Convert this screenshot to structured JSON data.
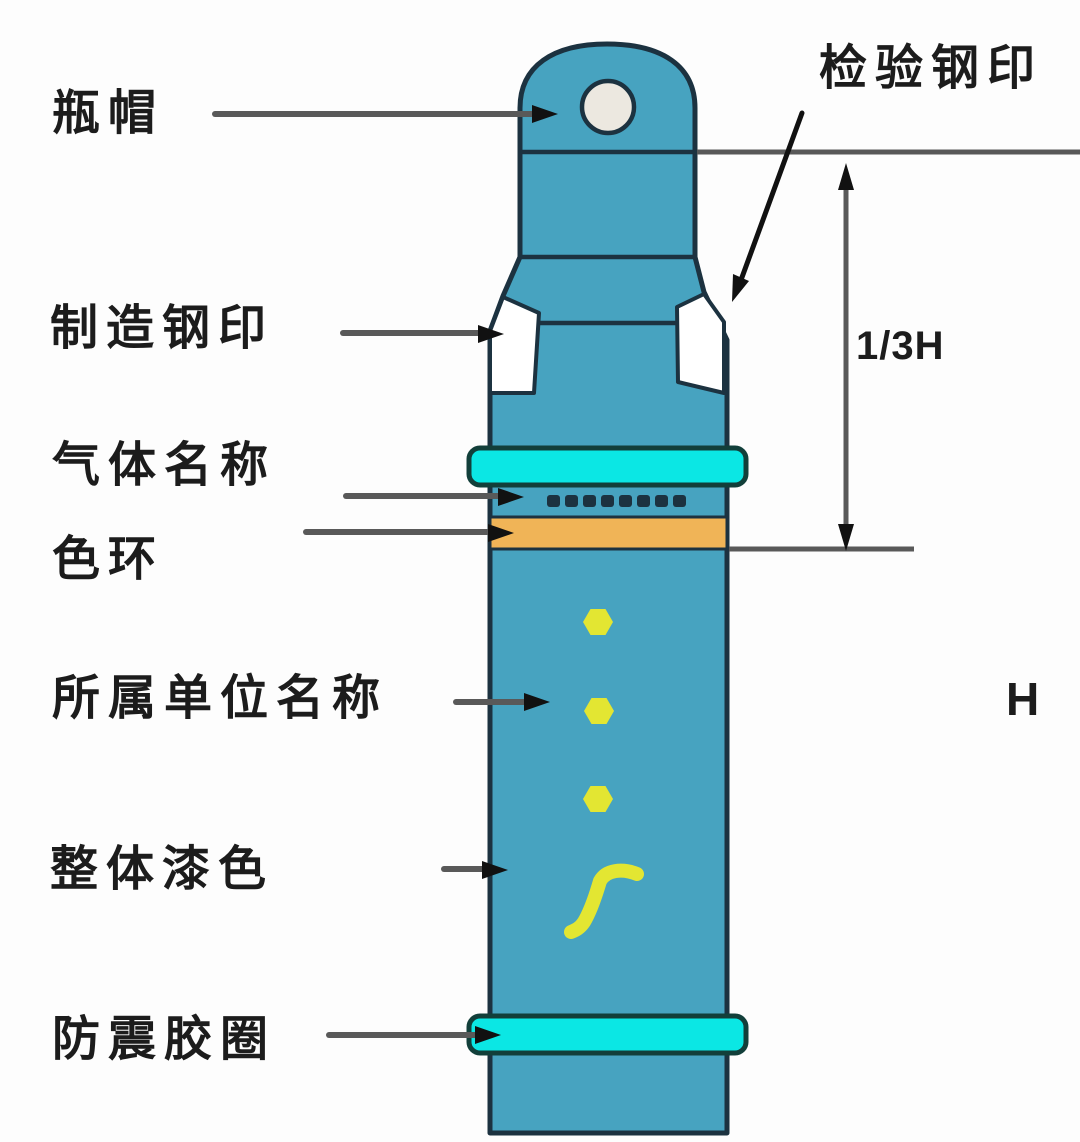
{
  "figure": {
    "labels": {
      "cap": "瓶帽",
      "inspection_stamp": "检验钢印",
      "manufacture_stamp": "制造钢印",
      "gas_name": "气体名称",
      "color_ring": "色环",
      "owner_unit_name": "所属单位名称",
      "overall_paint": "整体漆色",
      "shockproof_ring": "防震胶圈"
    },
    "dimensions": {
      "upper_third": "1/3H",
      "total_height": "H"
    },
    "colors": {
      "body_teal": "#47A3C0",
      "band_cyan": "#0BE7E4",
      "band_cyan_edge": "#123F3A",
      "band_orange": "#F0B457",
      "mark_yellow": "#E3E632",
      "outline_dark": "#1C3240",
      "leader_gray": "#595959",
      "arrow_black": "#111111",
      "stamp_white": "#FFFFFF",
      "hole_white": "#ECE8E0"
    }
  }
}
